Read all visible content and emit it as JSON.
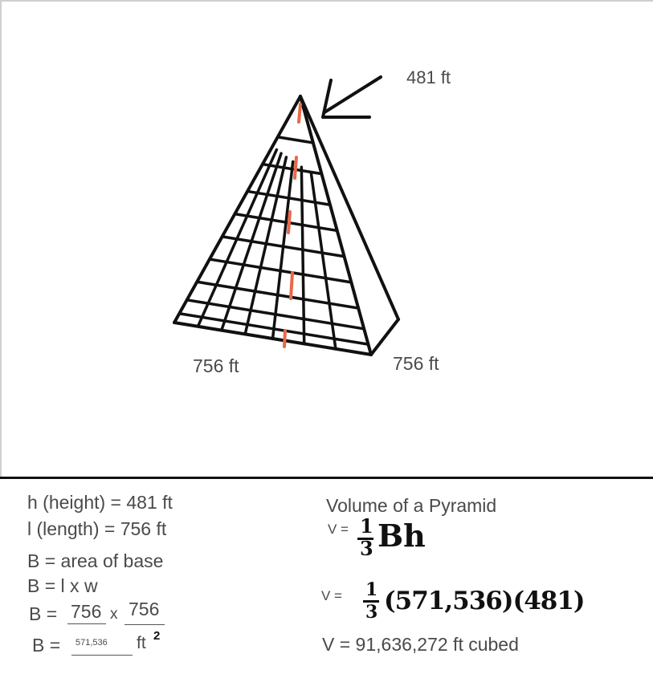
{
  "diagram": {
    "apex_label": "481 ft",
    "base_left_label": "756 ft",
    "base_right_label": "756 ft",
    "height_line_color": "#e8694a",
    "stroke_color": "#111111"
  },
  "givens": {
    "height": "h (height) = 481 ft",
    "length": "l (length) = 756 ft",
    "base_def": "B = area of base",
    "base_formula": "B = l x w",
    "base_prefix": "B = ",
    "base_l": "756",
    "base_times": "x",
    "base_w": "756",
    "area_prefix": "B = ",
    "area_value": "571,536",
    "area_unit": "ft",
    "area_exp": "2"
  },
  "volume": {
    "title": "Volume of a Pyramid",
    "v_prefix": "V =",
    "formula_num": "1",
    "formula_den": "3",
    "formula_rest": "Bh",
    "v_prefix2": "V =",
    "sub_num": "1",
    "sub_den": "3",
    "sub_rest": "(571,536)(481)",
    "result": "V =  91,636,272 ft cubed"
  }
}
